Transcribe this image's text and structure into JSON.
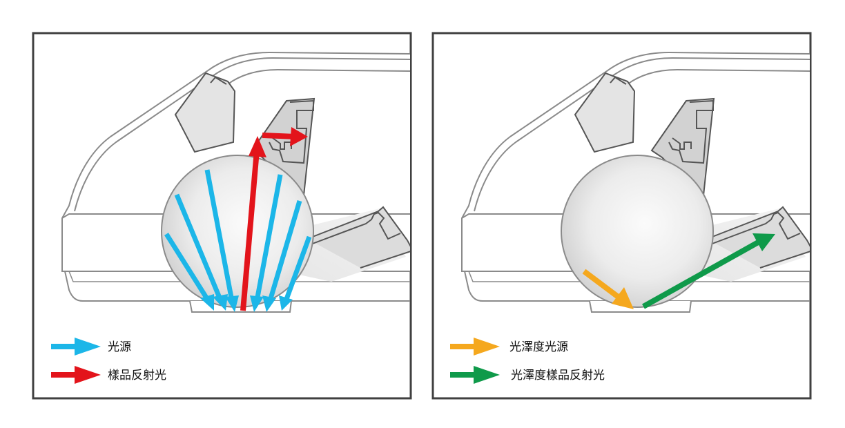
{
  "panels": [
    {
      "id": "left",
      "legend": [
        {
          "label": "光源",
          "color": "#1cb6e8"
        },
        {
          "label": "樣品反射光",
          "color": "#e3141b"
        }
      ]
    },
    {
      "id": "right",
      "legend": [
        {
          "label": "光澤度光源",
          "color": "#f5a81e"
        },
        {
          "label": "光澤度樣品反射光",
          "color": "#0f9a4a"
        }
      ]
    }
  ],
  "colors": {
    "frame": "#404040",
    "device_outline": "#8a8a8a",
    "device_fill": "#ffffff",
    "part_fill": "#d6d6d6",
    "sphere_center": "#fafafa",
    "sphere_edge": "#c9c9c9"
  }
}
